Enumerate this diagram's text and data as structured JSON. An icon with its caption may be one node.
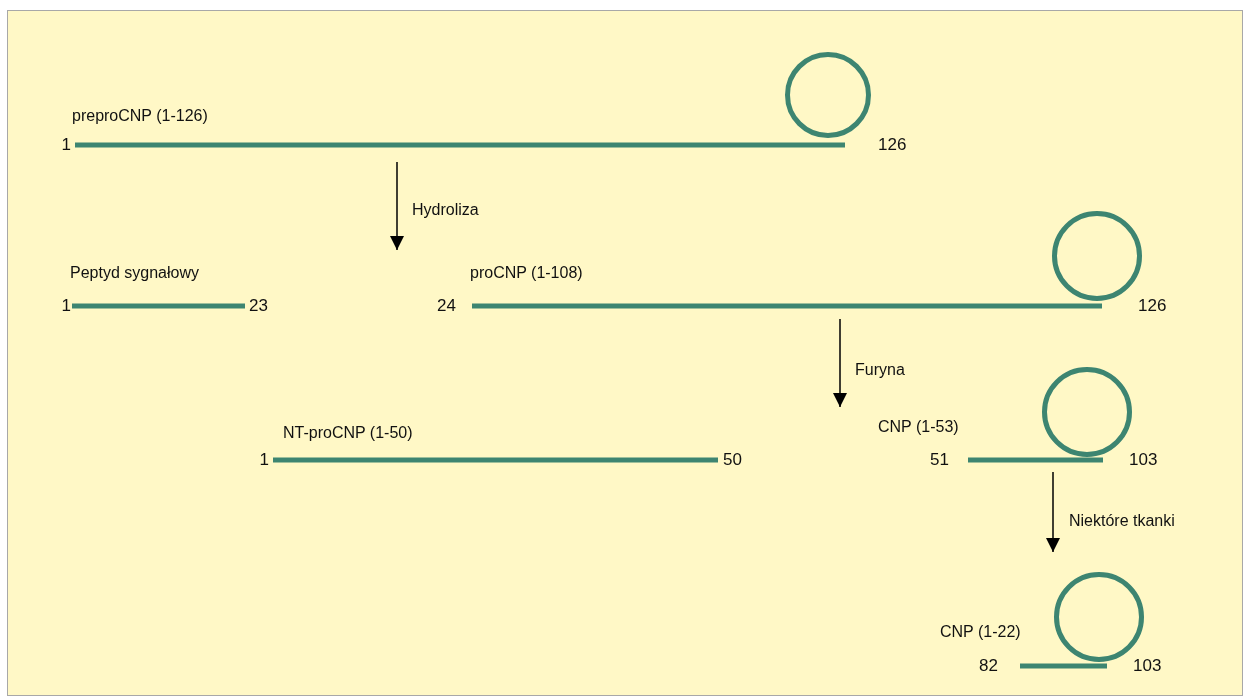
{
  "diagram": {
    "nodes": [
      {
        "text": [
          "preproCNP (1-126)",
          "1",
          "126"
        ]
      },
      {
        "text": [
          "Peptyd sygnałowy",
          "1",
          "23"
        ]
      },
      {
        "text": [
          "proCNP (1-108)",
          "24",
          "126"
        ]
      },
      {
        "text": [
          "NT-proCNP (1-50)",
          "1",
          "50"
        ]
      },
      {
        "text": [
          "CNP (1-53)",
          "51",
          "103"
        ]
      },
      {
        "text": [
          "CNP (1-22)",
          "82",
          "103"
        ]
      }
    ],
    "edges": [
      {
        "from": 0,
        "to": null,
        "arrow": "to",
        "label": "Hydroliza"
      },
      {
        "from": 2,
        "to": null,
        "arrow": "to",
        "label": "Furyna"
      },
      {
        "from": 4,
        "to": 5,
        "arrow": "to",
        "label": "Niektóre tkanki"
      }
    ]
  }
}
